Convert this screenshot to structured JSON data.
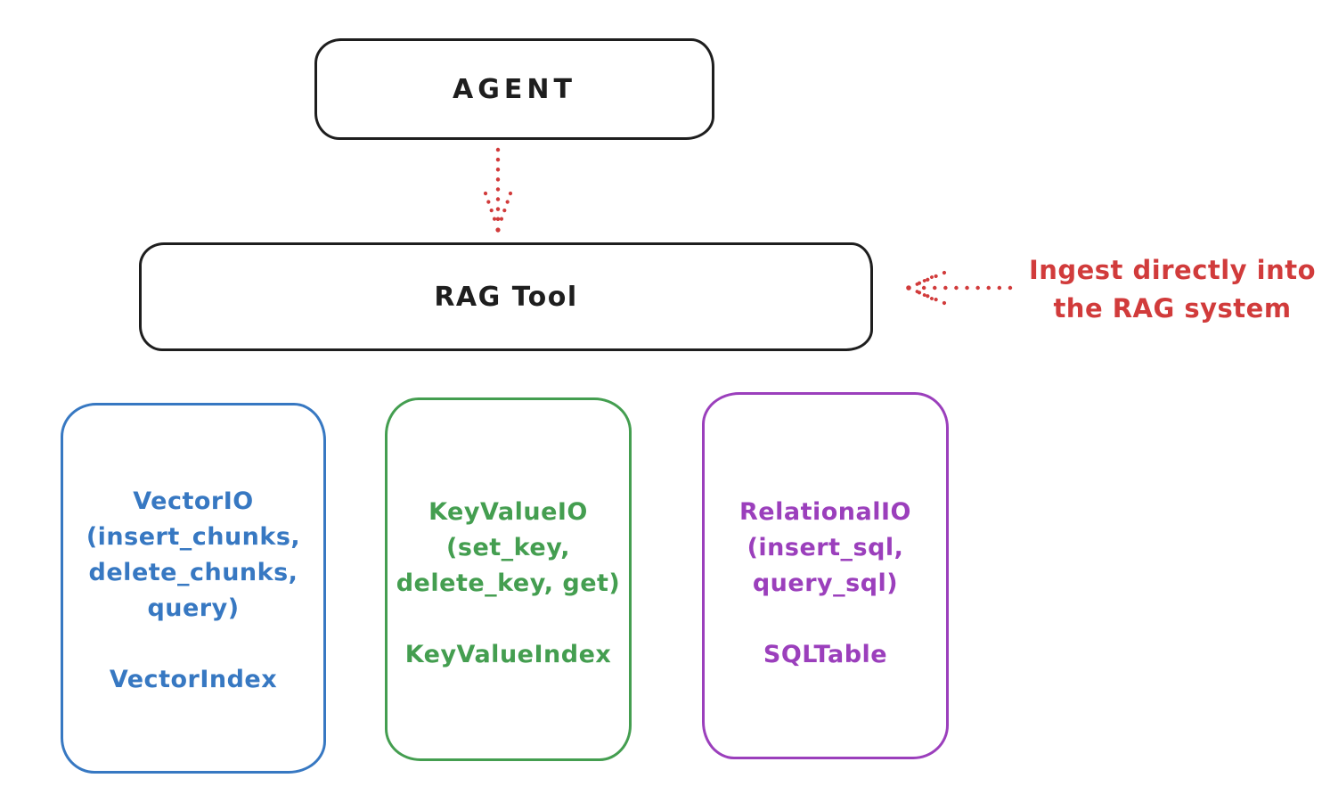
{
  "agent": {
    "label": "AGENT"
  },
  "rag": {
    "label": "RAG Tool"
  },
  "annotation": {
    "line1": "Ingest directly into",
    "line2": "the RAG system"
  },
  "arrows": {
    "agent_to_rag": "dotted-arrow-down",
    "ingest_to_rag": "dotted-arrow-left"
  },
  "stores": [
    {
      "io_name": "VectorIO",
      "methods": [
        "(insert_chunks,",
        "delete_chunks,",
        "query)"
      ],
      "index_label": "VectorIndex",
      "color": "#3778c2"
    },
    {
      "io_name": "KeyValueIO",
      "methods": [
        "(set_key,",
        "delete_key, get)"
      ],
      "index_label": "KeyValueIndex",
      "color": "#449e50"
    },
    {
      "io_name": "RelationalIO",
      "methods": [
        "(insert_sql,",
        "query_sql)"
      ],
      "index_label": "SQLTable",
      "color": "#9b3fbc"
    }
  ],
  "colors": {
    "stroke": "#1e1e1e",
    "accent_red": "#d13b3b",
    "background": "#ffffff"
  }
}
